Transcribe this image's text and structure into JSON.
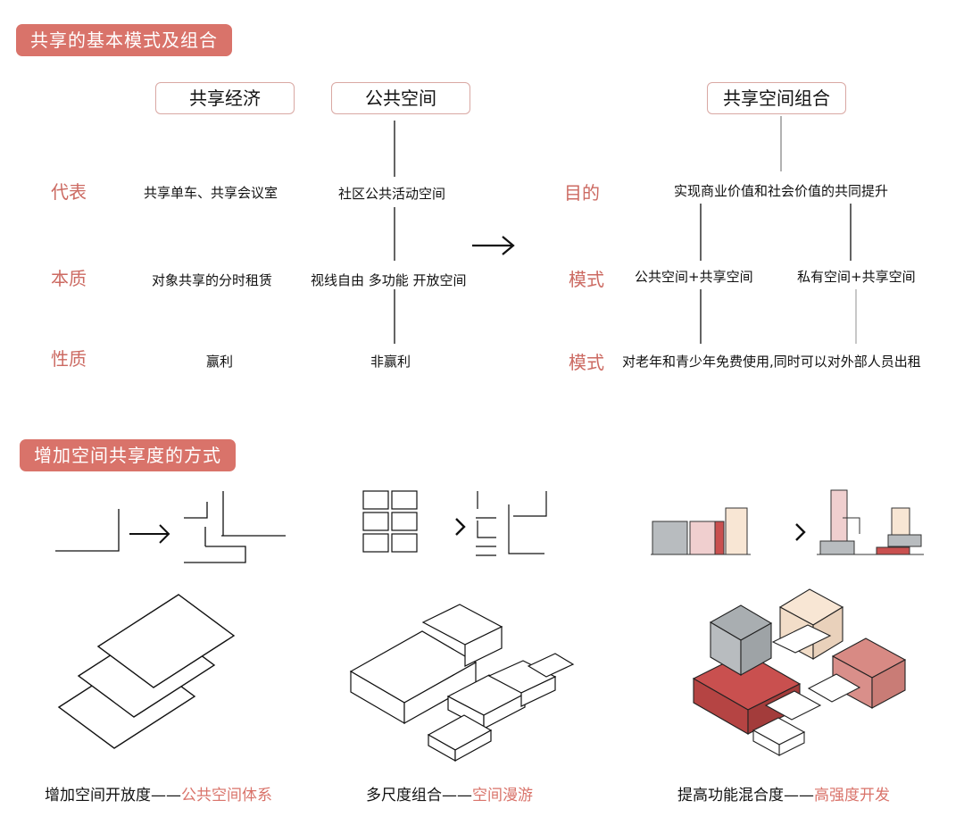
{
  "section1": {
    "title": "共享的基本模式及组合",
    "headers": {
      "economy": "共享经济",
      "public_space": "公共空间",
      "combination": "共享空间组合"
    },
    "row_labels_left": [
      "代表",
      "本质",
      "性质"
    ],
    "row_labels_right": [
      "目的",
      "模式",
      "模式"
    ],
    "economy_cells": [
      "共享单车、共享会议室",
      "对象共享的分时租赁",
      "赢利"
    ],
    "public_cells": [
      "社区公共活动空间",
      "视线自由 多功能 开放空间",
      "非赢利"
    ],
    "combination_purpose": "实现商业价值和社会价值的共同提升",
    "combination_modes": [
      "公共空间+共享空间",
      "私有空间+共享空间"
    ],
    "combination_usage": "对老年和青少年免费使用,同时可以对外部人员出租"
  },
  "section2": {
    "title": "增加空间共享度的方式",
    "captions": [
      {
        "main": "增加空间开放度——",
        "accent": "公共空间体系"
      },
      {
        "main": "多尺度组合——",
        "accent": "空间漫游"
      },
      {
        "main": "提高功能混合度——",
        "accent": "高强度开发"
      }
    ]
  },
  "colors": {
    "accent": "#d9736a",
    "label_red": "#cc6a62",
    "box_border": "#d9a8a3",
    "block_gray": "#b8bcbf",
    "block_pink": "#f0cfcf",
    "block_red": "#c9504f",
    "block_cream": "#f8e6d4"
  }
}
